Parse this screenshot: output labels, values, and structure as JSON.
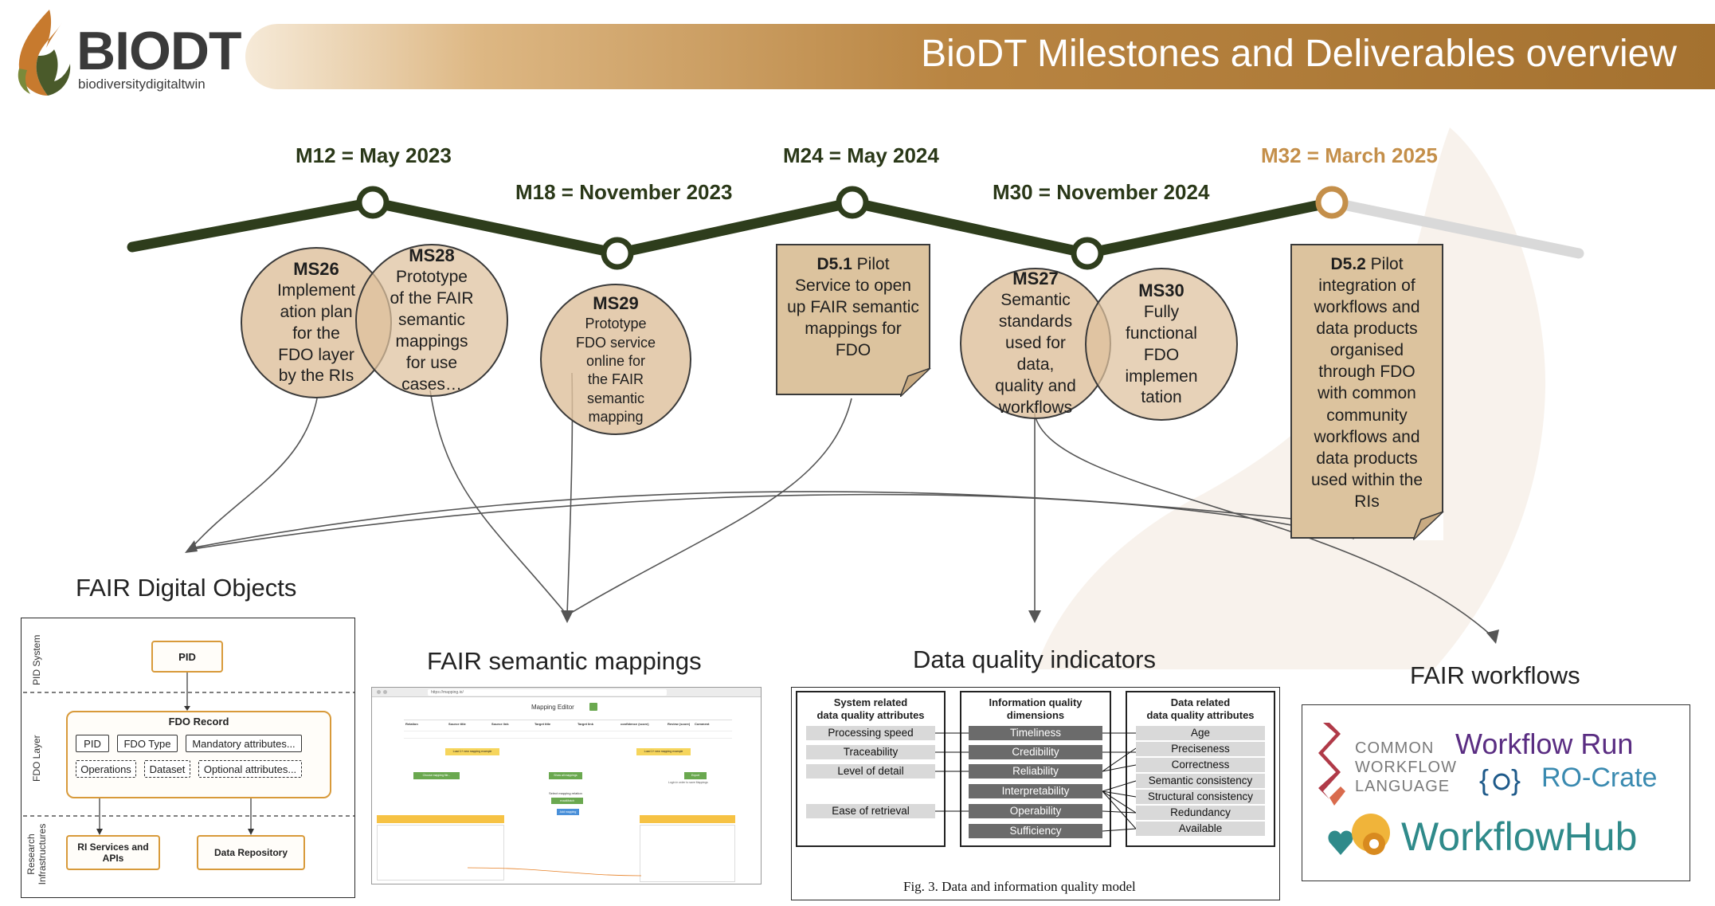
{
  "header": {
    "title": "BioDT Milestones and Deliverables overview",
    "logo_text": "BIODT",
    "logo_tagline": "biodiversitydigitaltwin"
  },
  "timeline": {
    "milestones": [
      {
        "label": "M12 = May 2023",
        "status": "past"
      },
      {
        "label": "M18 = November 2023",
        "status": "past"
      },
      {
        "label": "M24 = May 2024",
        "status": "past"
      },
      {
        "label": "M30 = November 2024",
        "status": "past"
      },
      {
        "label": "M32 = March 2025",
        "status": "upcoming"
      }
    ],
    "colors": {
      "line": "#2e3d1c",
      "upcoming": "#c48f4a",
      "future_line": "#d9d9d9",
      "circle_fill": "#dec19d"
    }
  },
  "items": {
    "ms26": {
      "code": "MS26",
      "text": [
        "Implement",
        "ation plan",
        "for the",
        "FDO layer",
        "by the RIs"
      ]
    },
    "ms28": {
      "code": "MS28",
      "text": [
        "Prototype",
        "of the FAIR",
        "semantic",
        "mappings",
        "for use",
        "cases…"
      ]
    },
    "ms29": {
      "code": "MS29",
      "text": [
        "Prototype",
        "FDO service",
        "online for",
        "the FAIR",
        "semantic",
        "mapping"
      ]
    },
    "d51": {
      "code": "D5.1",
      "text": [
        "Pilot",
        "Service to open",
        "up FAIR semantic",
        "mappings for",
        "FDO"
      ]
    },
    "ms27": {
      "code": "MS27",
      "text": [
        "Semantic",
        "standards",
        "used for",
        "data,",
        "quality and",
        "workflows"
      ]
    },
    "ms30": {
      "code": "MS30",
      "text": [
        "Fully",
        "functional",
        "FDO",
        "implemen",
        "tation"
      ]
    },
    "d52": {
      "code": "D5.2",
      "text": [
        "Pilot",
        "integration of",
        "workflows and",
        "data products",
        "organised",
        "through FDO",
        "with common",
        "community",
        "workflows and",
        "data products",
        "used within the",
        "RIs"
      ]
    }
  },
  "sections": {
    "fdo": "FAIR Digital Objects",
    "mappings": "FAIR semantic mappings",
    "quality": "Data quality indicators",
    "workflows": "FAIR workflows"
  },
  "fdo_diagram": {
    "layers": [
      "PID System",
      "FDO Layer",
      "Research Infrastructures"
    ],
    "pid": "PID",
    "record": "FDO Record",
    "fields": [
      "PID",
      "FDO Type",
      "Mandatory attributes..."
    ],
    "optional_fields": [
      "Operations",
      "Dataset",
      "Optional attributes..."
    ],
    "ri_services": "RI Services and APIs",
    "repository": "Data Repository"
  },
  "mapping_editor": {
    "url": "https://mapping.io/",
    "title": "Mapping Editor",
    "columns": [
      "Relation",
      "Source title",
      "Source link",
      "Target title",
      "Target link",
      "confidence (score)",
      "Review (score)",
      "Comment"
    ],
    "buttons": {
      "load_left": "Load 1+ new mapping example",
      "load_right": "Load 1+ new mapping example",
      "choose_left": "Choose mapping file...",
      "show_all": "Show all mappings",
      "export": "Export",
      "login_note": "Login in order to save Mappings",
      "select_relation": "Select mapping relation",
      "add_mapping": "Add mapping",
      "relation_value": "exactMatch"
    }
  },
  "quality_model": {
    "left_header": [
      "System related",
      "data quality attributes"
    ],
    "mid_header": [
      "Information quality",
      "dimensions"
    ],
    "right_header": [
      "Data related",
      "data quality attributes"
    ],
    "left": [
      "Processing speed",
      "Traceability",
      "Level of detail",
      "Ease of retrieval"
    ],
    "mid": [
      "Timeliness",
      "Credibility",
      "Reliability",
      "Interpretability",
      "Operability",
      "Sufficiency"
    ],
    "right": [
      "Age",
      "Preciseness",
      "Correctness",
      "Semantic consistency",
      "Structural consistency",
      "Redundancy",
      "Available"
    ],
    "caption": "Fig. 3. Data and information quality model"
  },
  "workflows": {
    "cwl": [
      "COMMON",
      "WORKFLOW",
      "LANGUAGE"
    ],
    "wrroc_top": "Workflow Run",
    "wrroc_bottom": "RO-Crate",
    "hub": "WorkflowHub"
  }
}
